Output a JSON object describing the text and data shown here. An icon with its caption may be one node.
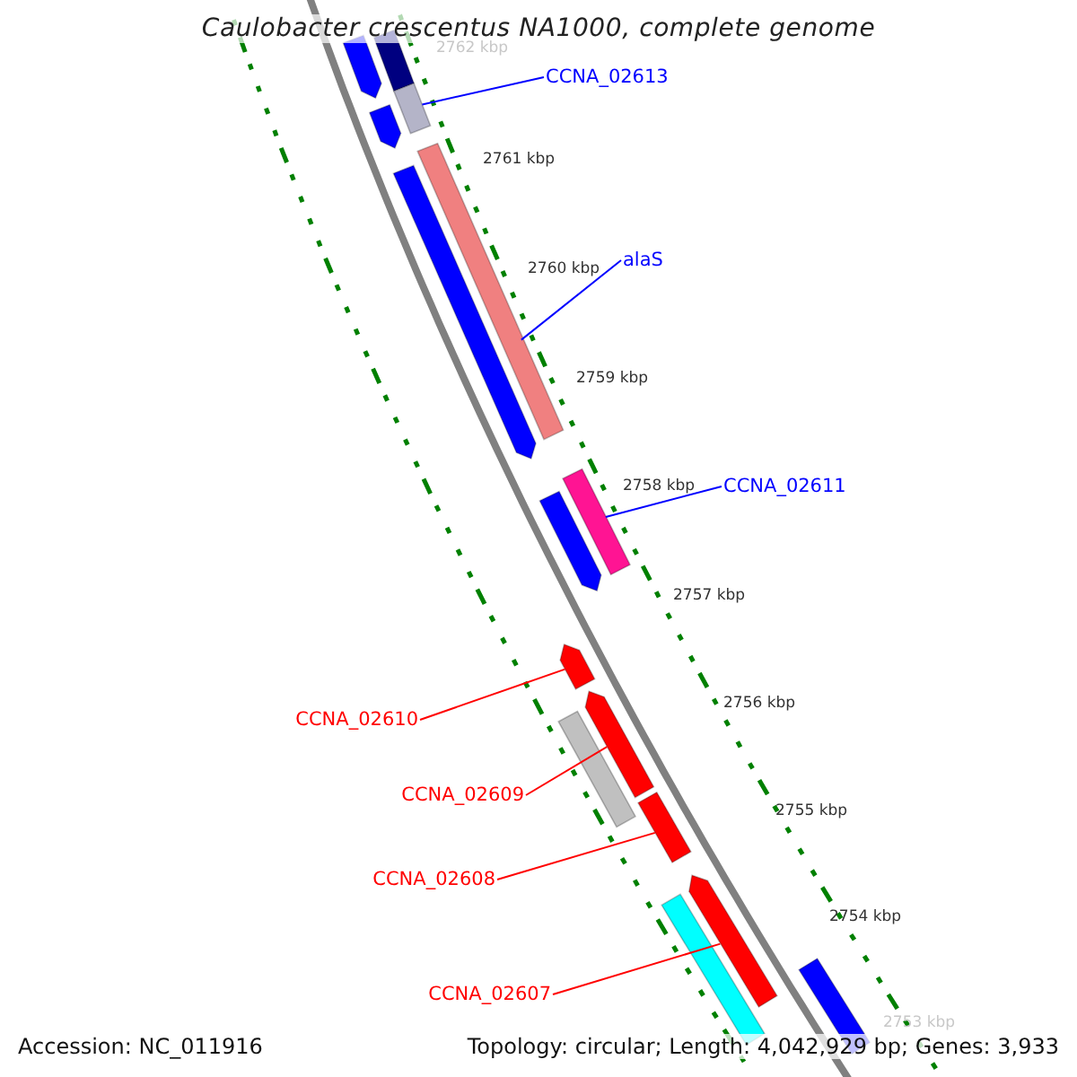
{
  "diagram": {
    "title": "Caulobacter crescentus NA1000, complete genome",
    "nodes": [
      {
        "text": [
          "CCNA_02613"
        ]
      },
      {
        "text": [
          "alaS"
        ]
      },
      {
        "text": [
          "CCNA_02611"
        ]
      },
      {
        "text": [
          "CCNA_02610"
        ]
      },
      {
        "text": [
          "CCNA_02609"
        ]
      },
      {
        "text": [
          "CCNA_02608"
        ]
      },
      {
        "text": [
          "CCNA_02607"
        ]
      },
      {
        "text": [],
        "shape": "bar"
      },
      {
        "text": [],
        "shape": "bar"
      },
      {
        "text": [],
        "shape": "bar"
      },
      {
        "text": [],
        "shape": "bar"
      },
      {
        "text": [],
        "shape": "bar"
      },
      {
        "text": [],
        "shape": "bar"
      },
      {
        "text": [],
        "shape": "bar"
      },
      {
        "text": [],
        "shape": "bar"
      },
      {
        "text": [],
        "shape": "bar"
      },
      {
        "text": [],
        "shape": "bar"
      },
      {
        "text": [],
        "shape": "bar"
      },
      {
        "text": [],
        "shape": "bar"
      },
      {
        "text": [],
        "shape": "bar"
      },
      {
        "text": [],
        "shape": "bar"
      },
      {
        "text": [],
        "shape": "bar"
      }
    ],
    "edges": [
      {
        "from": 0,
        "to": 9,
        "arrow": "none",
        "color": "#0000ff"
      },
      {
        "from": 1,
        "to": 11,
        "arrow": "none",
        "color": "#0000ff"
      },
      {
        "from": 2,
        "to": 13,
        "arrow": "none",
        "color": "#0000ff"
      },
      {
        "from": 3,
        "to": 15,
        "arrow": "none"
      },
      {
        "from": 4,
        "to": 16,
        "arrow": "none"
      },
      {
        "from": 5,
        "to": 18,
        "arrow": "none"
      },
      {
        "from": 6,
        "to": 19,
        "arrow": "none"
      }
    ],
    "labels": [
      "2762 kbp",
      "2761 kbp",
      "2760 kbp",
      "2759 kbp",
      "2758 kbp",
      "2757 kbp",
      "2756 kbp",
      "2755 kbp",
      "2754 kbp",
      "2753 kbp",
      "Accession: NC_011916",
      "Topology: circular; Length: 4,042,929 bp; Genes: 3,933"
    ]
  }
}
